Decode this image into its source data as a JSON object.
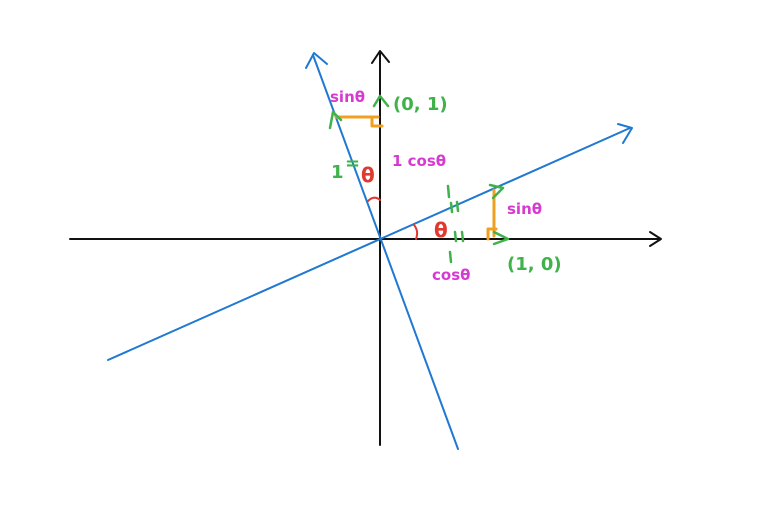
{
  "labels": {
    "sin_top": "sinθ",
    "point_y": "(0, 1)",
    "one": "1",
    "equals": "=",
    "theta_top": "θ",
    "cos_top": "1 cosθ",
    "sin_right": "sinθ",
    "theta_right": "θ",
    "point_x": "(1, 0)",
    "cos_bottom": "cosθ"
  },
  "colors": {
    "axes": "#111111",
    "rotated_axes": "#1f78d1",
    "green_marks": "#3fb34a",
    "orange_marks": "#f0a020",
    "labels": "#d63ad0",
    "angles": "#e0392f"
  }
}
